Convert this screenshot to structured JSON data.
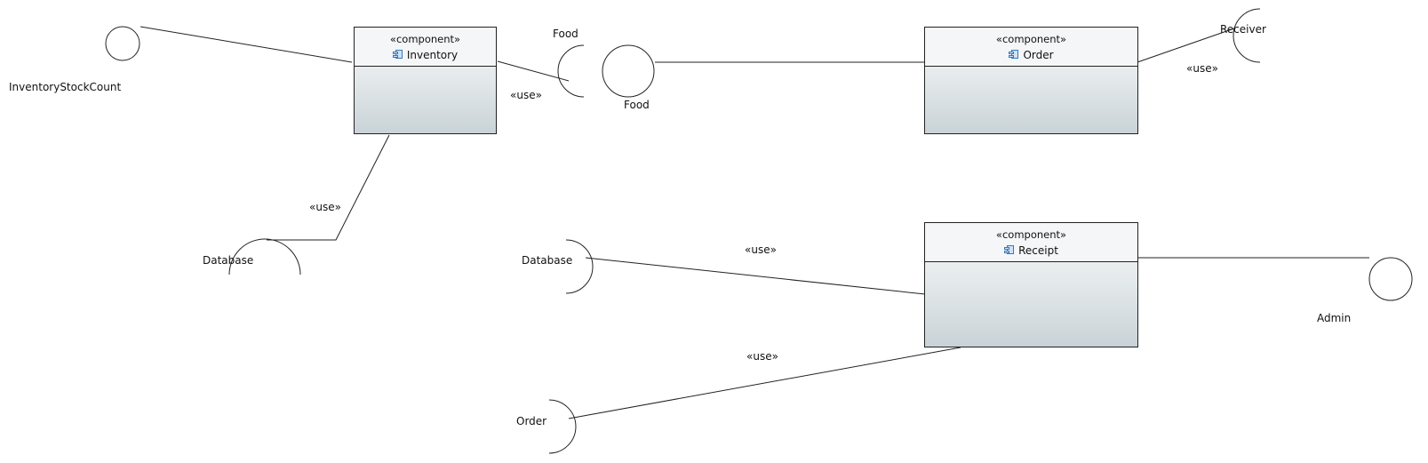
{
  "components": [
    {
      "id": "inventory",
      "stereotype": "«component»",
      "name": "Inventory",
      "icon": "component-icon"
    },
    {
      "id": "order",
      "stereotype": "«component»",
      "name": "Order",
      "icon": "component-icon"
    },
    {
      "id": "receipt",
      "stereotype": "«component»",
      "name": "Receipt",
      "icon": "component-icon"
    }
  ],
  "provided_interfaces": {
    "inventory_stock_count": "InventoryStockCount",
    "food": "Food",
    "admin": "Admin"
  },
  "required_interfaces": {
    "inventory_database": "Database",
    "inventory_food": "Food",
    "order_receiver": "Receiver",
    "receipt_database": "Database",
    "receipt_order": "Order"
  },
  "dependency_label": "«use»",
  "colors": {
    "line": "#222222",
    "component_top": "#f4f6f7",
    "component_bottom": "#c9d3d7",
    "icon": "#3a78b8"
  }
}
